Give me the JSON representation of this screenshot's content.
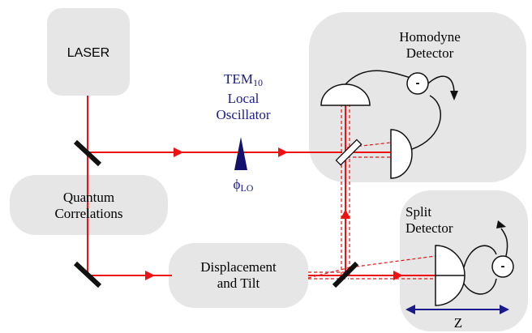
{
  "labels": {
    "laser": "LASER",
    "homodyne_line1": "Homodyne",
    "homodyne_line2": "Detector",
    "lo_tem": "TEM",
    "lo_tem_sub": "10",
    "lo_line2": "Local",
    "lo_line3": "Oscillator",
    "phase_symbol": "ϕ",
    "phase_sub": "LO",
    "quantum_line1": "Quantum",
    "quantum_line2": "Correlations",
    "displacement_line1": "Displacement",
    "displacement_line2": "and Tilt",
    "split_line1": "Split",
    "split_line2": "Detector",
    "subtractor_homodyne": "-",
    "subtractor_split": "-",
    "z_axis": "Z"
  },
  "colors": {
    "box_fill": "#e6e6e6",
    "beam": "#ee1111",
    "phase_marker": "#13136e",
    "arrow_z": "#1a1a8c"
  }
}
